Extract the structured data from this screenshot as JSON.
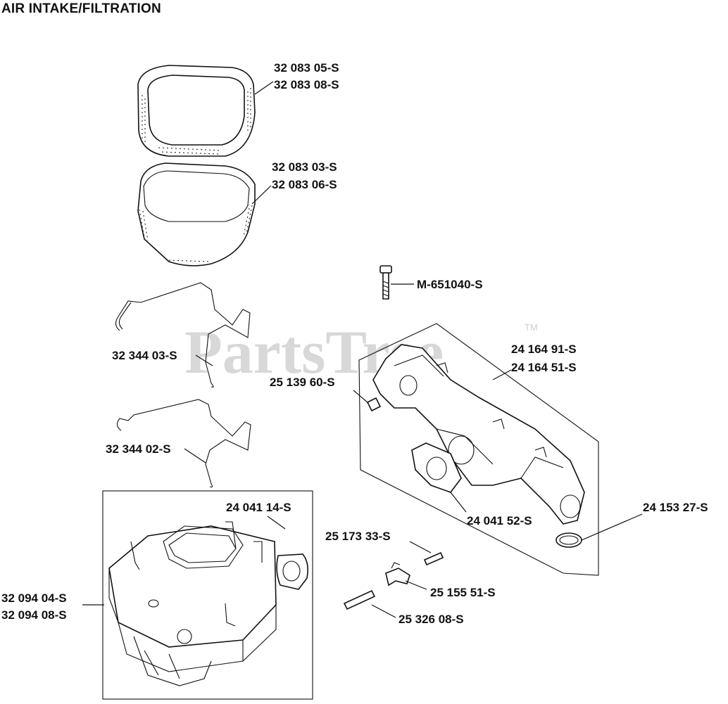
{
  "title": "AIR INTAKE/FILTRATION",
  "watermark": {
    "brand": "PartsTree",
    "trademark": "TM"
  },
  "parts": {
    "precleaner": [
      "32 083 05-S",
      "32 083 08-S"
    ],
    "air_filter": [
      "32 083 03-S",
      "32 083 06-S"
    ],
    "bracket_upper": "32 344 03-S",
    "bracket_lower": "32 344 02-S",
    "gasket_filter": "24 041 14-S",
    "air_cleaner_base": [
      "32 094 04-S",
      "32 094 08-S"
    ],
    "screw": "M-651040-S",
    "manifold": [
      "24 164 91-S",
      "24 164 51-S"
    ],
    "plug": "25 139 60-S",
    "gasket_intake": "24 041 52-S",
    "o_ring": "24 153 27-S",
    "pin": "25 173 33-S",
    "breather_fitting": "25 155 51-S",
    "tube": "25 326 08-S"
  }
}
